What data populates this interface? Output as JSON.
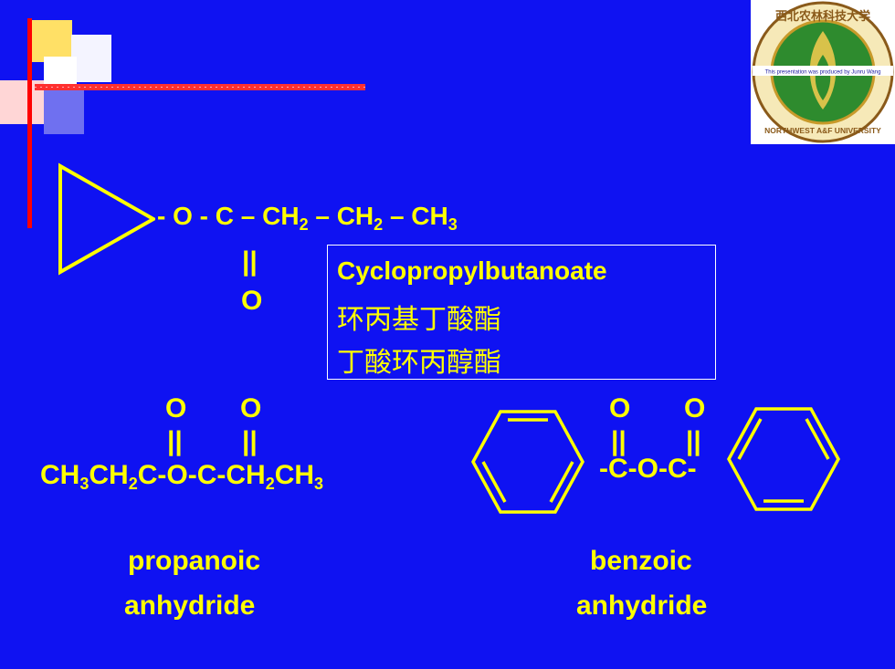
{
  "logo": {
    "top_text": "西北农林科技大学",
    "notice": "This presentation was produced by Junru Wang",
    "bottom_text": "NORTHWEST A&F UNIVERSITY"
  },
  "ester": {
    "formula_parts": [
      "- O - C – CH",
      "2",
      " – CH",
      "2",
      " – CH",
      "3"
    ],
    "double_bond": "||",
    "oxygen": "O",
    "name_en": "Cyclopropylbutanoate",
    "name_cn_1": "环丙基丁酸酯",
    "name_cn_2": "丁酸环丙醇酯"
  },
  "propanoic": {
    "o_left": "O",
    "o_right": "O",
    "bond": "||",
    "formula_parts": [
      "CH",
      "3",
      "CH",
      "2",
      "C-O-C-CH",
      "2",
      "CH",
      "3"
    ],
    "name_line1": "propanoic",
    "name_line2": "anhydride"
  },
  "benzoic": {
    "o_left": "O",
    "o_right": "O",
    "bond": "||",
    "linker": "-C-O-C-",
    "name_line1": "benzoic",
    "name_line2": "anhydride"
  },
  "colors": {
    "background": "#0f12f2",
    "text": "#ffff00",
    "accent_red": "#ff0000"
  }
}
